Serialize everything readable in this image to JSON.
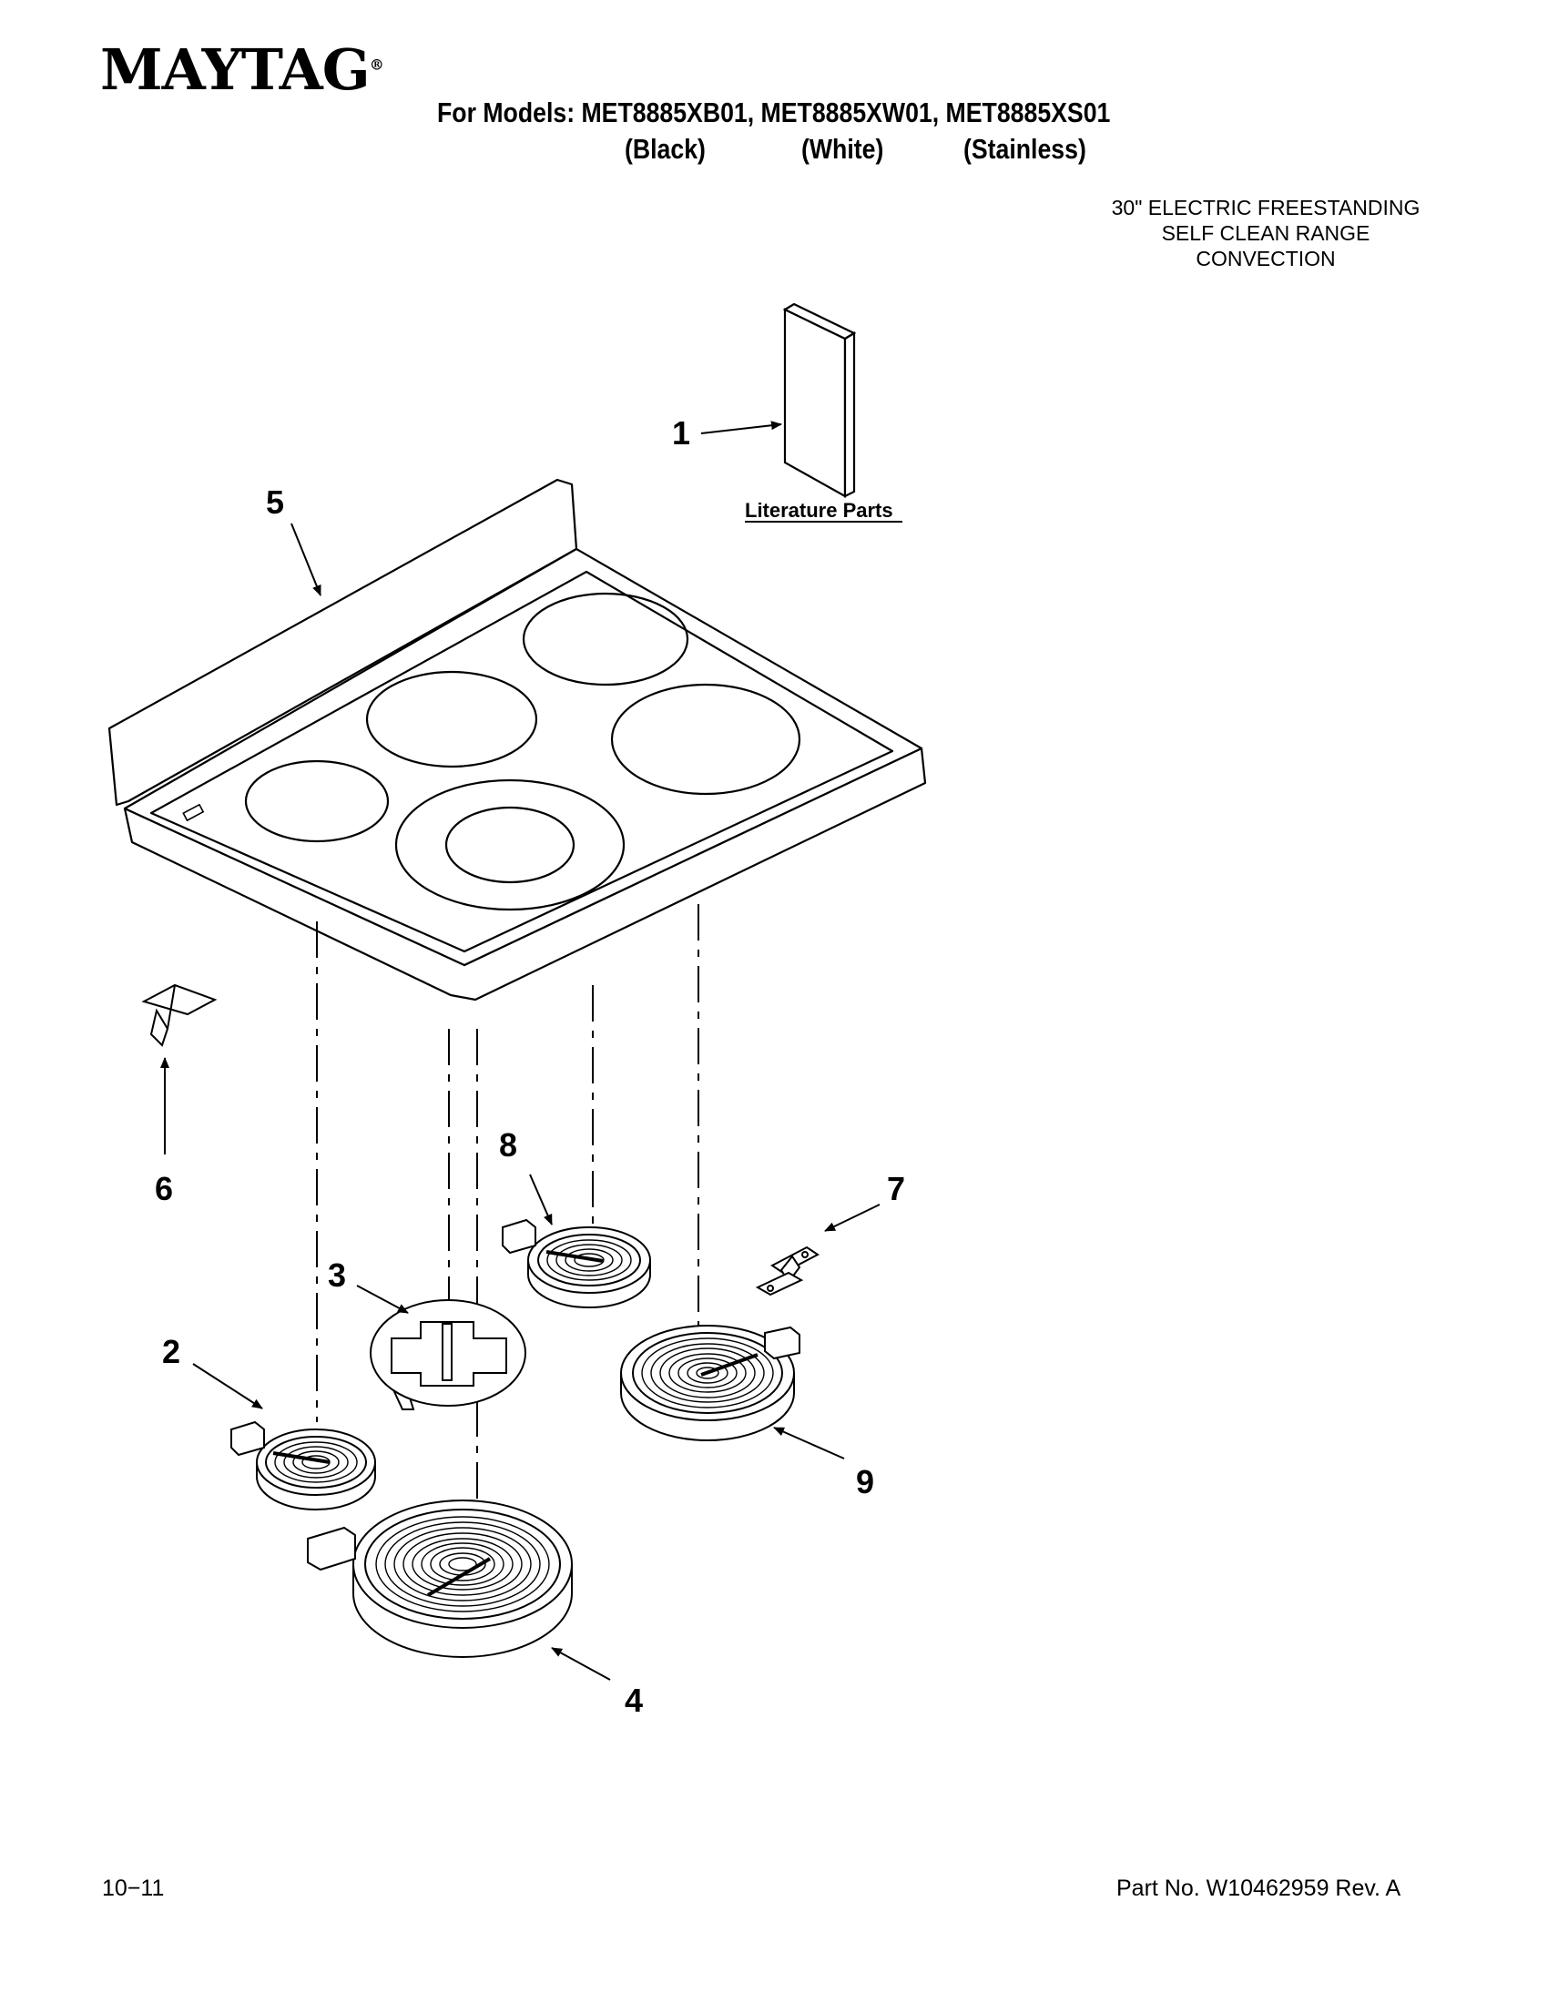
{
  "header": {
    "brand": "MAYTAG",
    "brand_mark": "®",
    "models_line": "For Models: MET8885XB01, MET8885XW01, MET8885XS01",
    "variants": [
      "(Black)",
      "(White)",
      "(Stainless)"
    ]
  },
  "description": [
    "30\" ELECTRIC FREESTANDING",
    "SELF CLEAN RANGE",
    "CONVECTION"
  ],
  "diagram": {
    "literature_label": "Literature Parts",
    "callouts": [
      "1",
      "2",
      "3",
      "4",
      "5",
      "6",
      "7",
      "8",
      "9"
    ]
  },
  "footer": {
    "date": "10−11",
    "part_no": "Part No. W10462959 Rev. A"
  }
}
